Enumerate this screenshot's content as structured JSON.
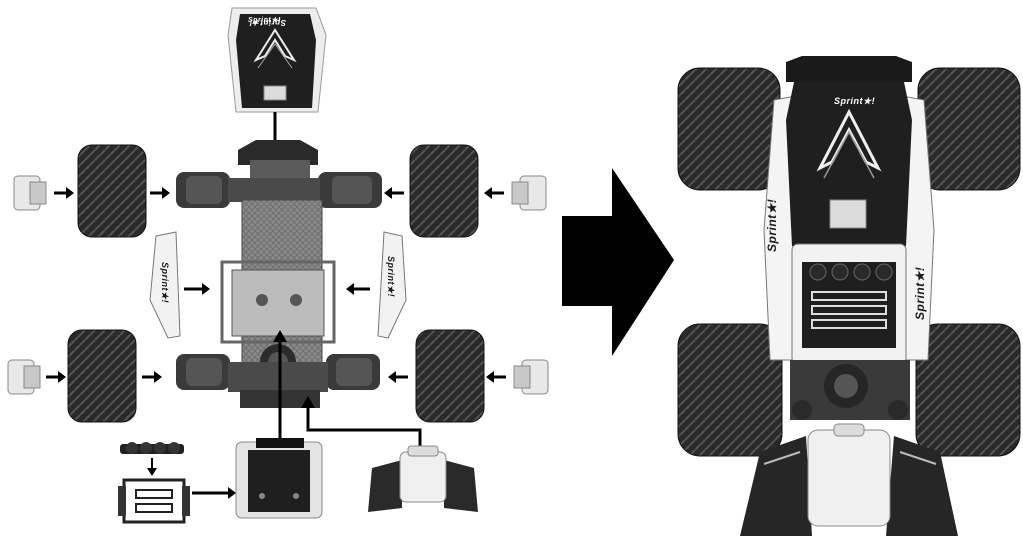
{
  "brand": {
    "logo_text": "Sprint★!"
  },
  "colors": {
    "dark": "#1c1c1c",
    "mid": "#6a6a6a",
    "light": "#e6e6e6",
    "white": "#ffffff",
    "arrow": "#000000"
  },
  "steps": [
    {
      "part": "top-shell",
      "action": "attach-to-chassis"
    },
    {
      "part": "hub-caps",
      "action": "insert-into-wheels"
    },
    {
      "part": "wheels",
      "action": "mount-to-axles"
    },
    {
      "part": "side-panels",
      "action": "attach-to-roll-cage"
    },
    {
      "part": "light-bar",
      "action": "attach-to-front-grille"
    },
    {
      "part": "front-grille",
      "action": "attach-to-chassis-front"
    },
    {
      "part": "rear-bumper",
      "action": "attach-to-chassis-rear"
    }
  ],
  "result_icon": "big-right-arrow"
}
